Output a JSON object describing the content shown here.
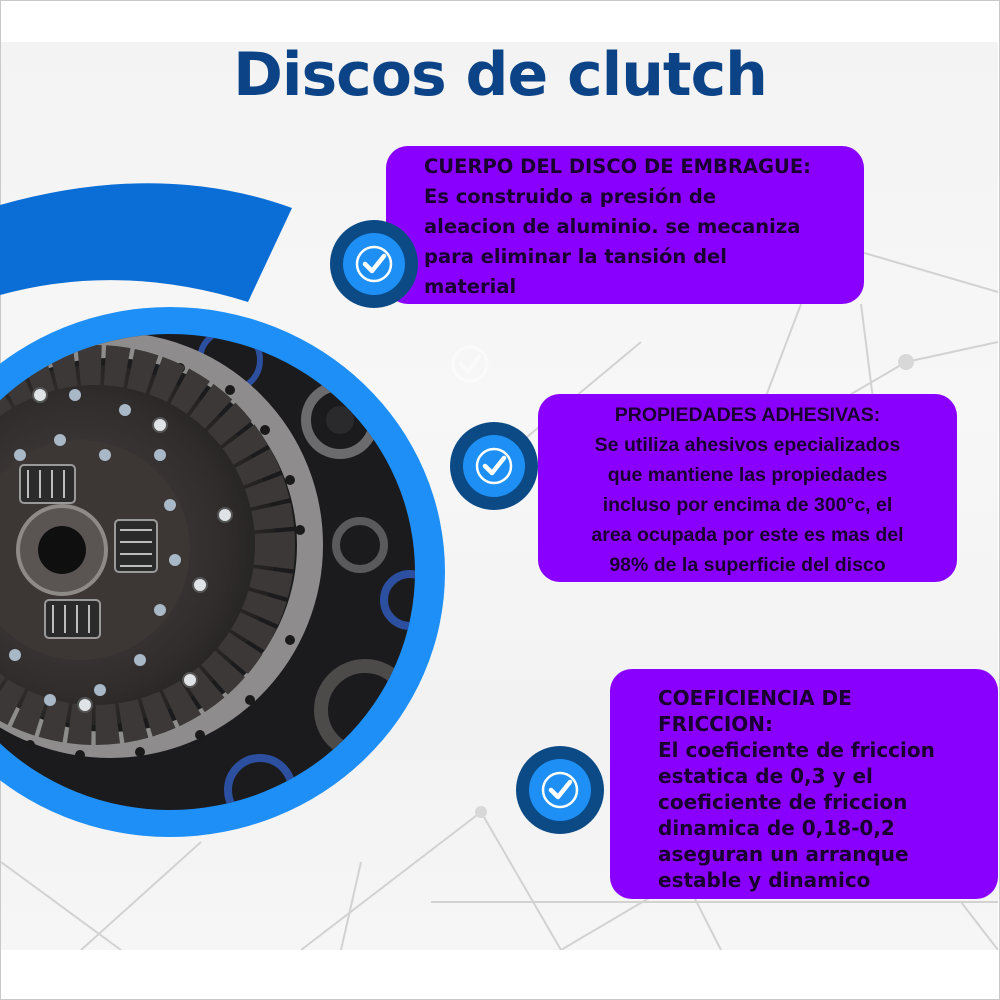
{
  "poster": {
    "title": "Discos de clutch",
    "colors": {
      "title": "#0b4386",
      "card_background": "#8a00ff",
      "card_text": "#1a0030",
      "badge_outer": "#0c4a86",
      "badge_inner": "#1e90f5",
      "ring_light": "#1e8ff7",
      "arc_dark": "#0a6ed6",
      "background": "#f4f4f4"
    },
    "image": {
      "subject": "clutch-disc-photo",
      "description": "Clutch disc, pressure plate and bearings on dark surface"
    },
    "features": [
      {
        "icon": "check-circle-icon",
        "heading": "CUERPO DEL DISCO DE EMBRAGUE:",
        "lines": [
          "Es construido a presión de",
          "aleacion de aluminio. se mecaniza",
          "para eliminar la tansión del",
          "material"
        ]
      },
      {
        "icon": "check-circle-icon",
        "heading": "PROPIEDADES ADHESIVAS:",
        "lines": [
          "Se utiliza ahesivos epecializados",
          "que mantiene las propiedades",
          "incluso por encima de 300°c, el",
          "area ocupada por este es mas del",
          "98% de la superficie del disco"
        ]
      },
      {
        "icon": "check-circle-icon",
        "heading_lines": [
          "COEFICIENCIA DE",
          "FRICCION:"
        ],
        "lines": [
          "El coeficiente de friccion",
          "estatica de 0,3 y el",
          "coeficiente de friccion",
          "dinamica de 0,18-0,2",
          "aseguran un arranque",
          "estable y dinamico"
        ]
      }
    ]
  }
}
